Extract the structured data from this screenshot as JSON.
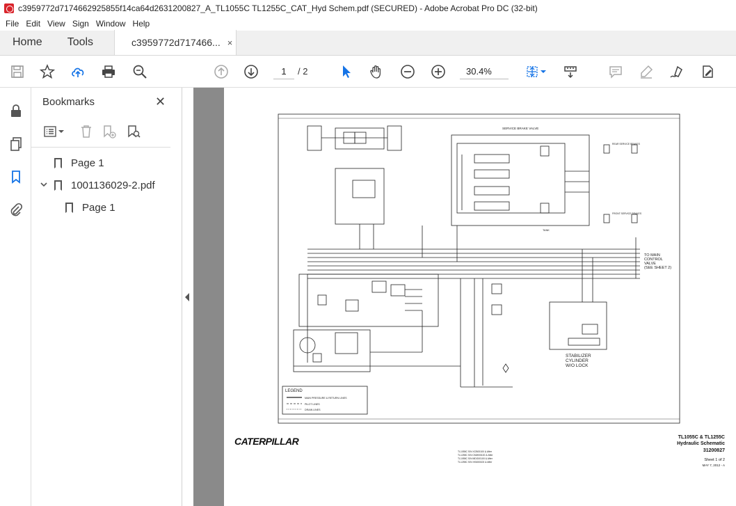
{
  "window": {
    "title": "c3959772d7174662925855f14ca64d2631200827_A_TL1055C TL1255C_CAT_Hyd Schem.pdf (SECURED) - Adobe Acrobat Pro DC (32-bit)"
  },
  "menu": [
    "File",
    "Edit",
    "View",
    "Sign",
    "Window",
    "Help"
  ],
  "tabs": {
    "home": "Home",
    "tools": "Tools",
    "document": "c3959772d717466...",
    "close": "×"
  },
  "toolbar": {
    "page_current": "1",
    "page_total": "/ 2",
    "zoom": "30.4%"
  },
  "bookmarks": {
    "title": "Bookmarks",
    "close": "✕",
    "items": [
      {
        "label": "Page 1",
        "level": 0,
        "expanded": false
      },
      {
        "label": "1001136029-2.pdf",
        "level": 0,
        "expanded": true
      },
      {
        "label": "Page 1",
        "level": 1,
        "expanded": false
      }
    ]
  },
  "document": {
    "brand": "CATERPILLAR",
    "title_line1": "TL1055C & TL1255C",
    "title_line2": "Hydraulic Schematic",
    "part_number": "31200827",
    "sheet": "Sheet 1 of 2",
    "date": "MAY 7, 2012 - A",
    "serials": [
      "TL1055C S/N XCB00100 & After",
      "TL1255C S/N CMW00100 & After",
      "TL1055C S/N MDG00100 & After",
      "TL1255C S/N XKM00100 & After"
    ],
    "labels": {
      "service_brake": "SERVICE BRAKE VALVE",
      "to_main": "TO MAIN",
      "control": "CONTROL",
      "valve": "VALVE",
      "see_sheet": "(SEE SHEET 2)",
      "stabilizer": "STABILIZER",
      "cylinder": "CYLINDER",
      "wo_lock": "W/O LOCK",
      "legend": "LEGEND",
      "legend_main": "MAIN PRESSURE & RETURN LINES",
      "legend_pilot": "PILOT LINES",
      "legend_drain": "DRAIN LINES",
      "tank": "TANK",
      "rear_brakes": "REAR SERVICE BRAKES",
      "front_brakes": "FRONT SERVICE BRAKES"
    }
  },
  "colors": {
    "accent": "#1473e6",
    "viewer_bg": "#8a8a8a"
  }
}
